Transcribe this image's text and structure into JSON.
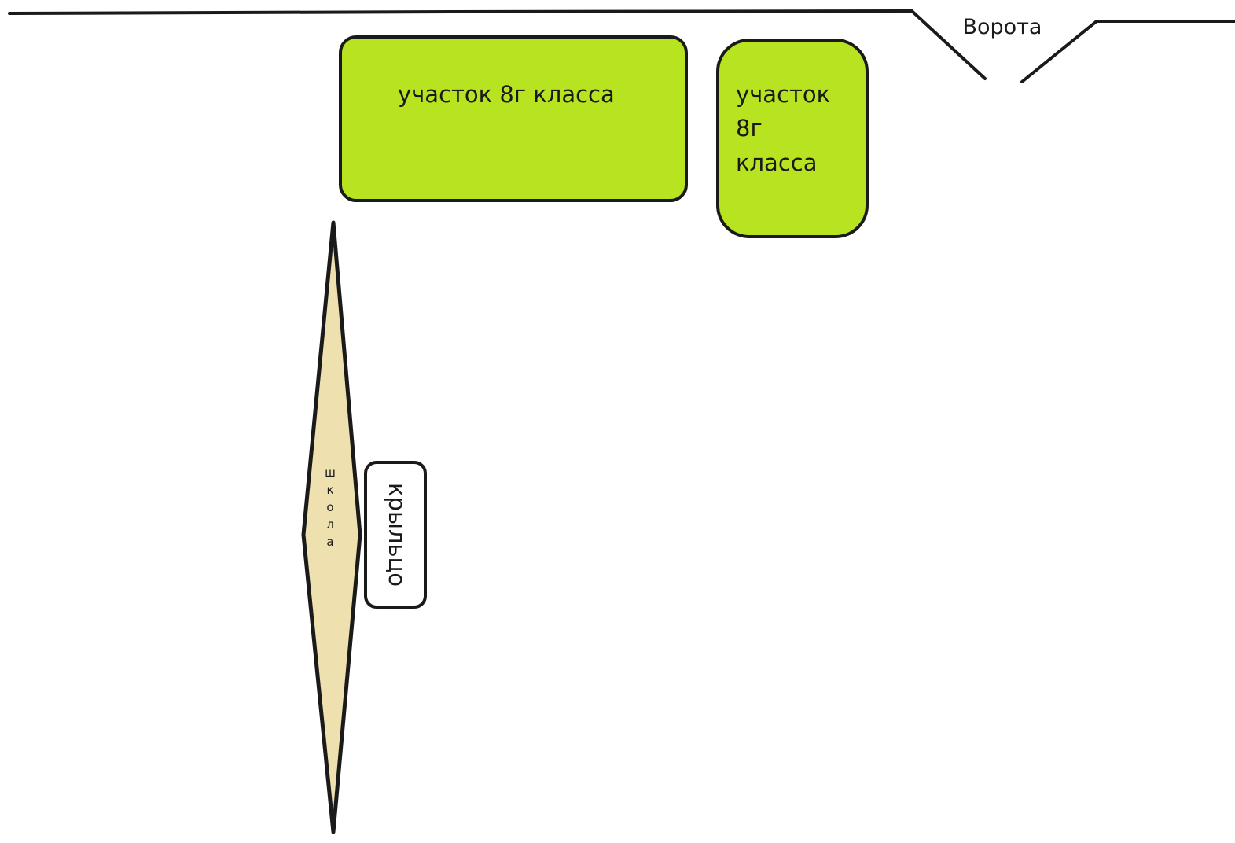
{
  "gate": {
    "label": "Ворота"
  },
  "plots": [
    {
      "lines": [
        "участок 8г класса"
      ]
    },
    {
      "lines": [
        "участок",
        "8г",
        "класса"
      ]
    }
  ],
  "school": {
    "letters": [
      "ш",
      "к",
      "о",
      "л",
      "а"
    ]
  },
  "porch": {
    "label": "крыльцо"
  },
  "colors": {
    "plot_fill": "#b8e320",
    "school_fill": "#efe0b0",
    "stroke": "#1a1a1a",
    "background": "#ffffff"
  }
}
